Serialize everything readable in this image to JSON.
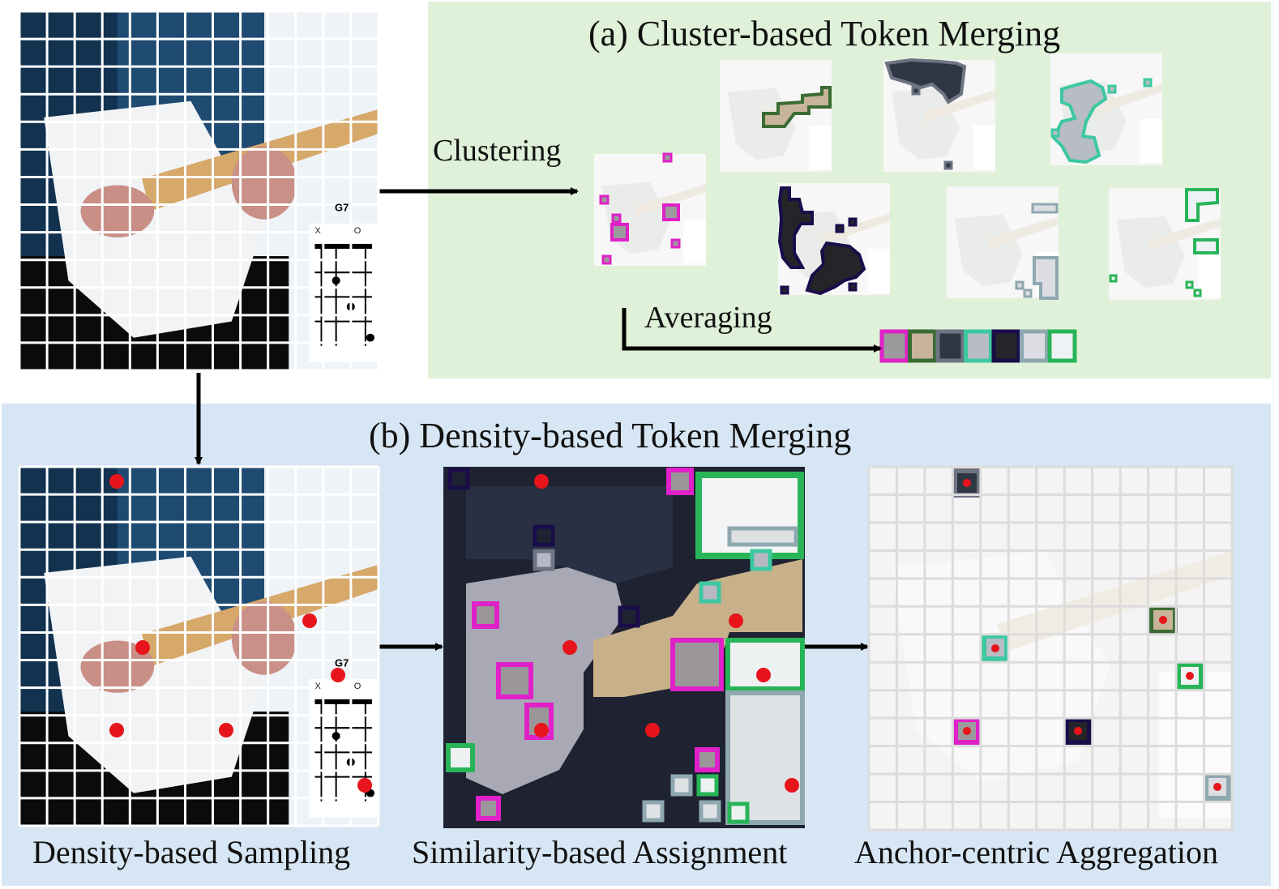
{
  "panel_a": {
    "title": "(a) Cluster-based Token Merging",
    "clustering_label": "Clustering",
    "averaging_label": "Averaging",
    "cluster_colors": [
      "#e020c8",
      "#3a6b32",
      "#6f7483",
      "#3cc8a0",
      "#1a0d4a",
      "#8fa8b0",
      "#28b558"
    ],
    "merged_token_fills": [
      "#9c9a9c",
      "#c7b49a",
      "#2f3745",
      "#b8bcc4",
      "#232529",
      "#dcdde3",
      "#eef2f5"
    ]
  },
  "panel_b": {
    "title": "(b) Density-based Token Merging",
    "captions": {
      "sampling": "Density-based Sampling",
      "assignment": "Similarity-based Assignment",
      "aggregation": "Anchor-centric Aggregation"
    }
  },
  "chart_card": {
    "chord_name": "G7",
    "string_marks": [
      "X",
      "O"
    ]
  },
  "colors": {
    "panel_a_bg": "#dff1d8",
    "panel_b_bg": "#d7e6f4",
    "anchor_dot": "#e8141c",
    "arrow": "#000000"
  }
}
